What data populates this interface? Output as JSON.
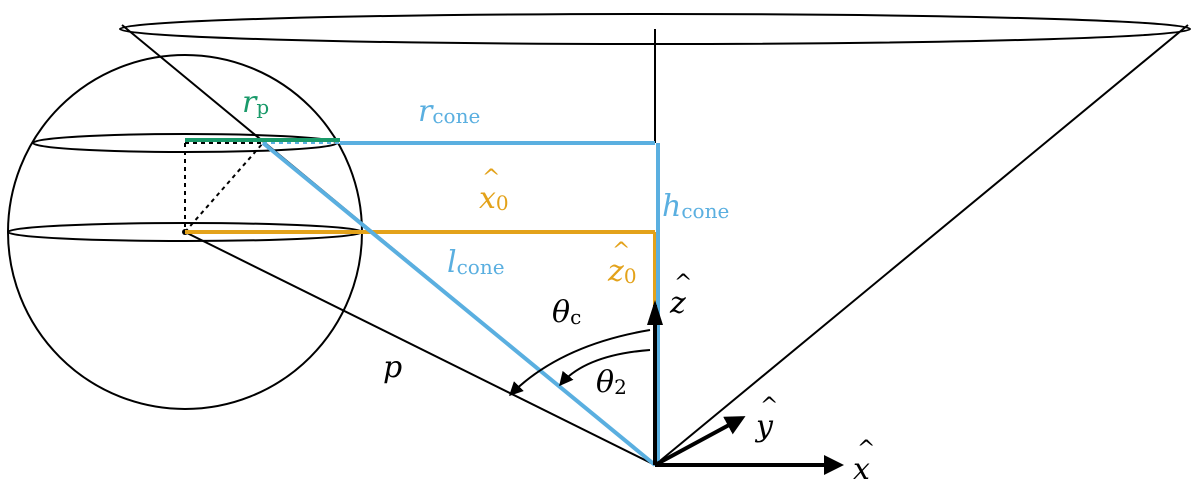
{
  "colors": {
    "black": "#000000",
    "blue": "#5aafe0",
    "orange": "#e3a21a",
    "green": "#1a9a6a"
  },
  "labels": {
    "r_p": {
      "main": "r",
      "sub": "p"
    },
    "r_cone": {
      "main": "r",
      "sub": "cone"
    },
    "x0": {
      "main": "x",
      "hat": "^",
      "sub": "0"
    },
    "h_cone": {
      "main": "h",
      "sub": "cone"
    },
    "l_cone": {
      "main": "l",
      "sub": "cone"
    },
    "z0": {
      "main": "z",
      "hat": "^",
      "sub": "0"
    },
    "z_axis": {
      "main": "z",
      "hat": "^"
    },
    "theta_c": {
      "main": "θ",
      "sub": "c"
    },
    "theta_2": {
      "main": "θ",
      "sub": "2"
    },
    "p": {
      "main": "p"
    },
    "y_axis": {
      "main": "y",
      "hat": "^"
    },
    "x_axis": {
      "main": "x",
      "hat": "^"
    }
  }
}
